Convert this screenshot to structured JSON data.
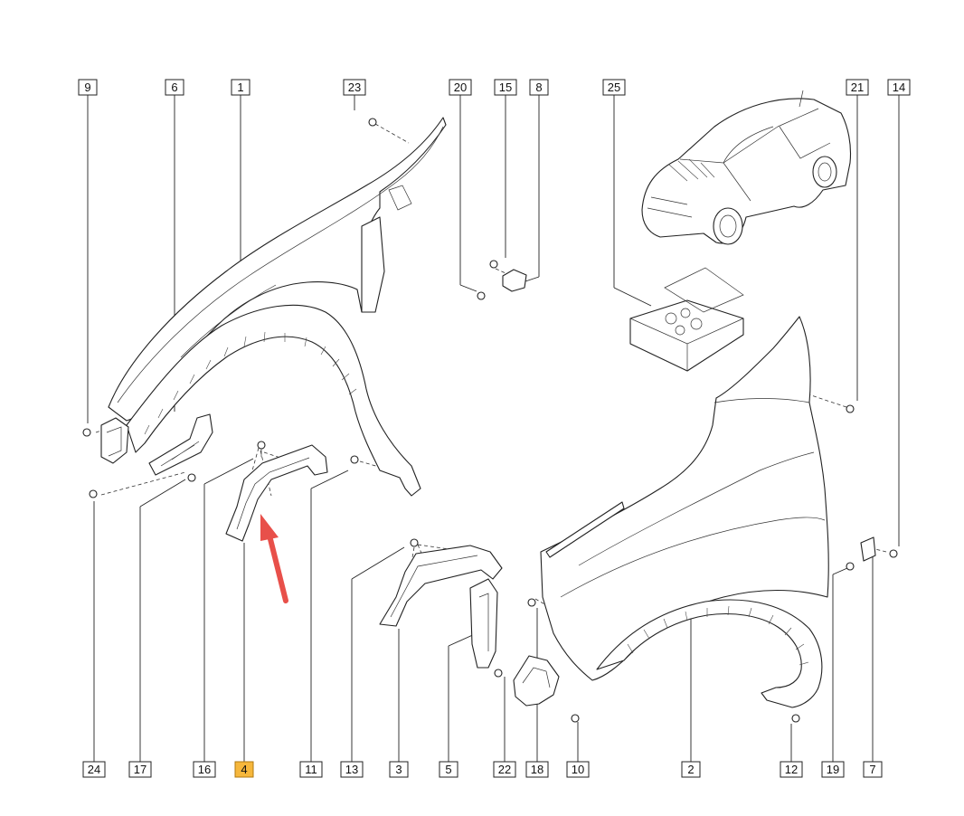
{
  "diagram": {
    "callouts": [
      {
        "id": "c9",
        "label": "9"
      },
      {
        "id": "c6",
        "label": "6"
      },
      {
        "id": "c1",
        "label": "1"
      },
      {
        "id": "c23",
        "label": "23"
      },
      {
        "id": "c20",
        "label": "20"
      },
      {
        "id": "c15",
        "label": "15"
      },
      {
        "id": "c8",
        "label": "8"
      },
      {
        "id": "c25",
        "label": "25"
      },
      {
        "id": "c21",
        "label": "21"
      },
      {
        "id": "c14",
        "label": "14"
      },
      {
        "id": "c24",
        "label": "24"
      },
      {
        "id": "c17",
        "label": "17"
      },
      {
        "id": "c16",
        "label": "16"
      },
      {
        "id": "c4",
        "label": "4",
        "highlighted": true
      },
      {
        "id": "c11",
        "label": "11"
      },
      {
        "id": "c13",
        "label": "13"
      },
      {
        "id": "c3",
        "label": "3"
      },
      {
        "id": "c5",
        "label": "5"
      },
      {
        "id": "c22",
        "label": "22"
      },
      {
        "id": "c18",
        "label": "18"
      },
      {
        "id": "c10",
        "label": "10"
      },
      {
        "id": "c2",
        "label": "2"
      },
      {
        "id": "c12",
        "label": "12"
      },
      {
        "id": "c19",
        "label": "19"
      },
      {
        "id": "c7",
        "label": "7"
      }
    ],
    "colors": {
      "highlight_fill": "#f6b73c",
      "arrow": "#e8504a",
      "line": "#222222"
    }
  }
}
